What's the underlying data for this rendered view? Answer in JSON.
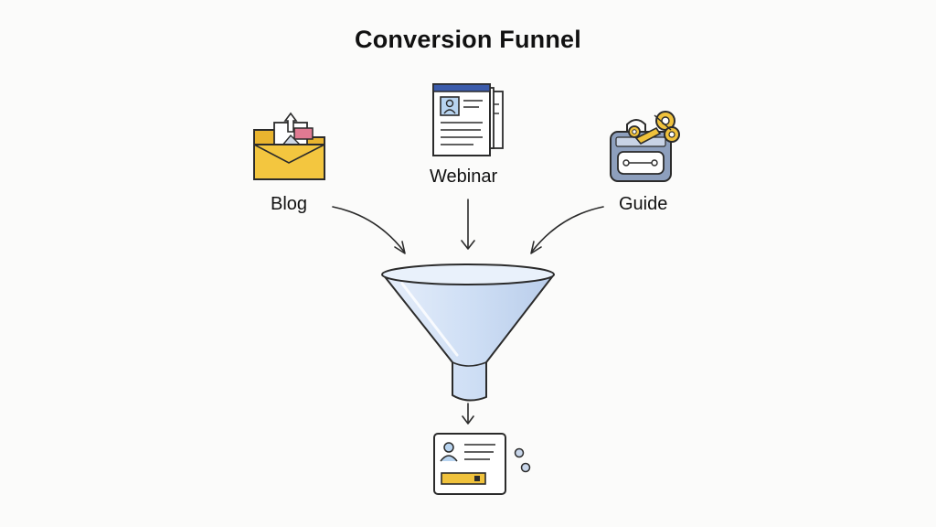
{
  "diagram": {
    "title": "Conversion Funnel",
    "sources": [
      {
        "label": "Blog",
        "icon": "blog-folder-icon"
      },
      {
        "label": "Webinar",
        "icon": "webinar-document-icon"
      },
      {
        "label": "Guide",
        "icon": "guide-lock-key-icon"
      }
    ],
    "center": {
      "icon": "funnel-icon"
    },
    "output": {
      "icon": "lead-form-icon"
    }
  },
  "colors": {
    "ink": "#2b2b2b",
    "folder_yellow": "#f3c63f",
    "funnel_blue": "#cfdff5",
    "accent_blue": "#3b5bab",
    "form_yellow": "#f0c23c",
    "lock_slate": "#8d9fbd"
  }
}
